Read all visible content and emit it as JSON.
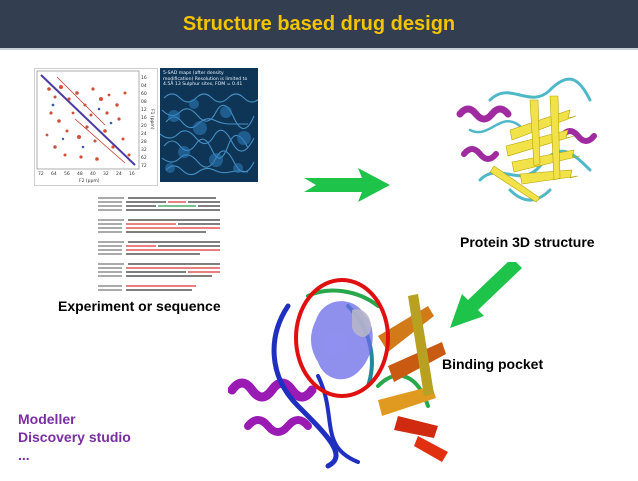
{
  "slide": {
    "title": "Structure based drug design",
    "density_note": "5-SAD maps (after density modification) Resolution is limited to 4.5Å 13 Sulphur sites, FOM = 0.41",
    "labels": {
      "experiment": "Experiment or sequence",
      "protein": "Protein 3D structure",
      "pocket": "Binding pocket"
    },
    "tools": [
      "Modeller",
      "Discovery studio",
      "..."
    ],
    "nmr_axis": {
      "right_ticks": [
        "16",
        "04",
        "60",
        "08",
        "12",
        "16",
        "20",
        "24",
        "28",
        "32",
        "62",
        "72"
      ],
      "right_label": "F1 (ppm)",
      "bottom_ticks": [
        "72",
        "64",
        "56",
        "48",
        "40",
        "32",
        "24",
        "16"
      ],
      "bottom_label": "F2 (ppm)"
    },
    "colors": {
      "header_bg": "#333f50",
      "title": "#f4c400",
      "tools": "#7a2ea0",
      "arrow": "#1ec34a",
      "circle": "#e01010"
    },
    "icons": [
      "green-arrow-right-icon",
      "green-arrow-down-left-icon"
    ]
  }
}
